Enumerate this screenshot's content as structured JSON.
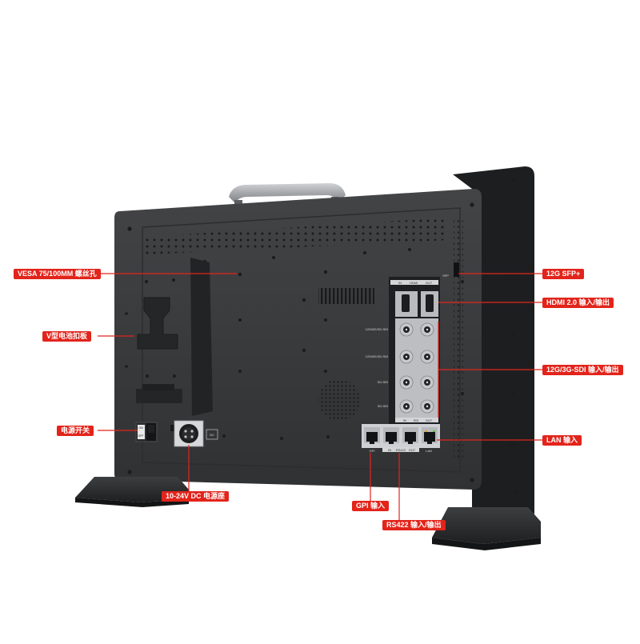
{
  "callouts": {
    "vesa": "VESA 75/100MM 螺丝孔",
    "vbattery": "V型电池扣板",
    "power_switch": "电源开关",
    "dc_input": "10-24V DC 电源座",
    "gpi": "GPI 输入",
    "rs422": "RS422 输入/输出",
    "sfp": "12G SFP+",
    "hdmi": "HDMI 2.0 输入/输出",
    "sdi": "12G/3G-SDI 输入/输出",
    "lan": "LAN 输入"
  },
  "panel_labels": {
    "sfp": "SFP",
    "hdmi_in": "IN",
    "hdmi": "HDMI",
    "hdmi_out": "OUT",
    "sdi_in": "IN",
    "sdi": "SDI",
    "sdi_out": "OUT",
    "row1": "12G/6G/3G-SDI",
    "row2": "12G/6G/3G-SDI",
    "row3": "3G-SDI",
    "row4": "3G-SDI",
    "gpi": "GPI",
    "rs422_in": "IN",
    "rs422": "RS422",
    "rs422_out": "OUT",
    "lan": "LAN",
    "sw_on": "ON",
    "sw_off": "OFF",
    "dc": "DC"
  },
  "colors": {
    "accent": "#e2241b",
    "body": "#3a3b3d",
    "body_dark": "#262729",
    "panel": "#4a4b4e",
    "bezel": "#1c1d1f",
    "handle": "#a9abae"
  }
}
